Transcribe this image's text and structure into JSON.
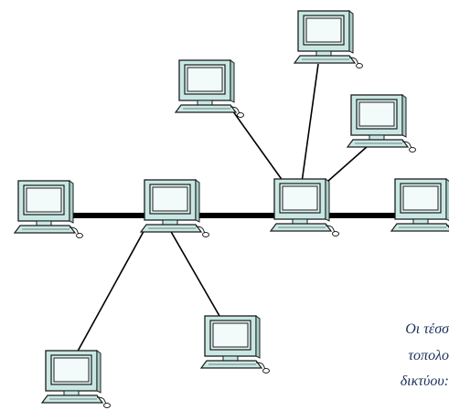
{
  "colors": {
    "monitor_body": "#c9e8e4",
    "monitor_screen": "#f2fbfa",
    "outline": "#1c1c1c",
    "backbone": "#000000"
  },
  "icons": {
    "computer": "desktop-computer-icon"
  },
  "caption": {
    "line1": "Οι τέσσ",
    "line2": "τοπολο",
    "line3": "δικτύου: "
  }
}
